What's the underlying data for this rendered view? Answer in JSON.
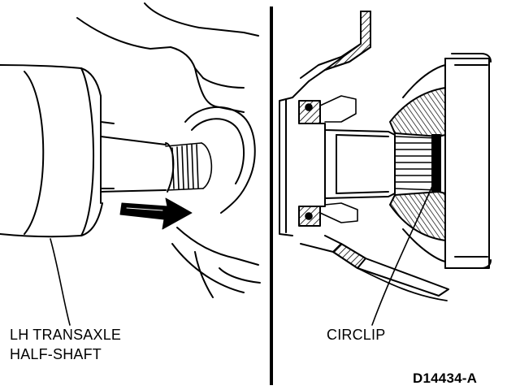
{
  "figure": {
    "id": "D14434-A",
    "left_panel": {
      "label_lines": [
        "LH TRANSAXLE",
        "HALF-SHAFT"
      ]
    },
    "right_panel": {
      "label": "CIRCLIP"
    }
  },
  "colors": {
    "ink": "#000000",
    "paper": "#ffffff"
  }
}
